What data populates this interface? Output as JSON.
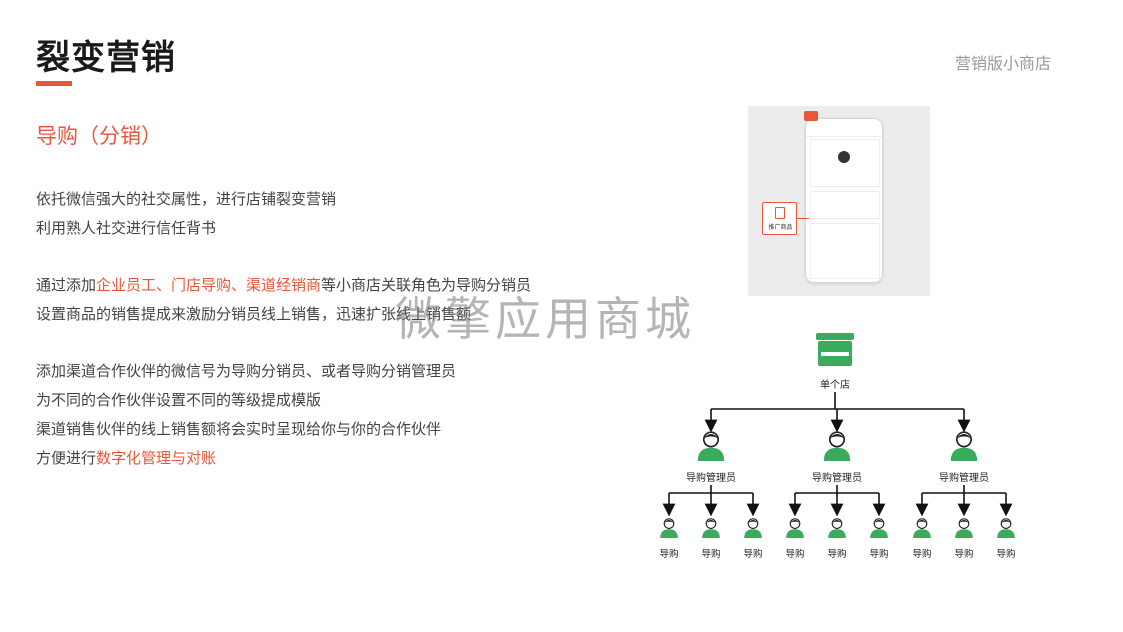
{
  "header": {
    "title": "裂变营销",
    "subtitle_right": "营销版小商店"
  },
  "section": {
    "heading": "导购（分销）"
  },
  "paragraphs": {
    "p1_line1": "依托微信强大的社交属性，进行店铺裂变营销",
    "p1_line2": "利用熟人社交进行信任背书",
    "p2_line1_pre": "通过添加",
    "p2_line1_hl": "企业员工、门店导购、渠道经销商",
    "p2_line1_post": "等小商店关联角色为导购分销员",
    "p2_line2": "设置商品的销售提成来激励分销员线上销售，迅速扩张线上销售额",
    "p3_line1": "添加渠道合作伙伴的微信号为导购分销员、或者导购分销管理员",
    "p3_line2": "为不同的合作伙伴设置不同的等级提成模版",
    "p3_line3": "渠道销售伙伴的线上销售额将会实时呈现给你与你的合作伙伴",
    "p3_line4_pre": "方便进行",
    "p3_line4_hl": "数字化管理与对账"
  },
  "watermark": "微擎应用商城",
  "mockup": {
    "promo_label": "推广商品"
  },
  "org_chart": {
    "root_label": "单个店",
    "managers": [
      "导购管理员",
      "导购管理员",
      "导购管理员"
    ],
    "leaf_label": "导购",
    "leaves_per_manager": 3
  },
  "colors": {
    "accent": "#e8573a",
    "store_green": "#3aaa5c",
    "text": "#444444"
  }
}
